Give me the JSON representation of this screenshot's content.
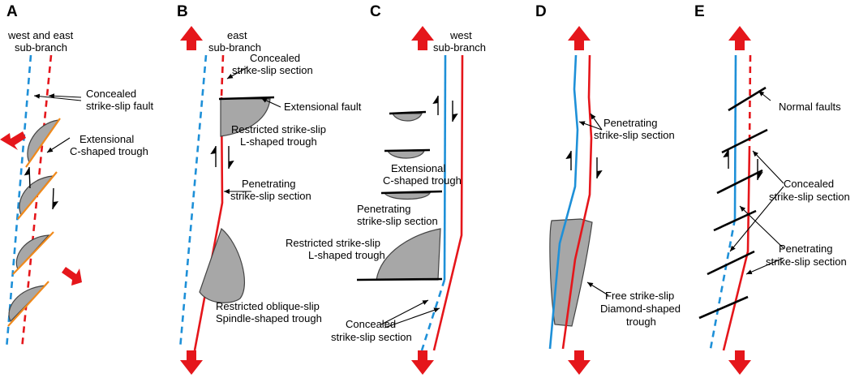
{
  "panels": {
    "A": {
      "label": "A",
      "branch": [
        "west and east",
        "sub-branch"
      ],
      "concealed_fault": [
        "Concealed",
        "strike-slip fault"
      ],
      "trough": [
        "Extensional",
        "C-shaped trough"
      ]
    },
    "B": {
      "label": "B",
      "branch": [
        "east",
        "sub-branch"
      ],
      "concealed_section": [
        "Concealed",
        "strike-slip section"
      ],
      "extensional_fault": "Extensional fault",
      "l_trough": [
        "Restricted strike-slip",
        "L-shaped trough"
      ],
      "penetrating": [
        "Penetrating",
        "strike-slip section"
      ],
      "spindle": [
        "Restricted oblique-slip",
        "Spindle-shaped trough"
      ]
    },
    "C": {
      "label": "C",
      "branch": [
        "west",
        "sub-branch"
      ],
      "c_trough": [
        "Extensional",
        "C-shaped trough"
      ],
      "penetrating": [
        "Penetrating",
        "strike-slip section"
      ],
      "l_trough": [
        "Restricted strike-slip",
        "L-shaped trough"
      ],
      "concealed": [
        "Concealed",
        "strike-slip section"
      ]
    },
    "D": {
      "label": "D",
      "penetrating": [
        "Penetrating",
        "strike-slip section"
      ],
      "diamond": [
        "Free strike-slip",
        "Diamond-shaped",
        "trough"
      ]
    },
    "E": {
      "label": "E",
      "normal_faults": "Normal faults",
      "concealed": [
        "Concealed",
        "strike-slip section"
      ],
      "penetrating": [
        "Penetrating",
        "strike-slip section"
      ]
    }
  },
  "colors": {
    "west_branch": "#1e90d8",
    "east_branch": "#e5161b",
    "trough_fill": "#a7a7a7",
    "c_trough_fault": "#f08a1c",
    "arrow": "#e5161b"
  }
}
